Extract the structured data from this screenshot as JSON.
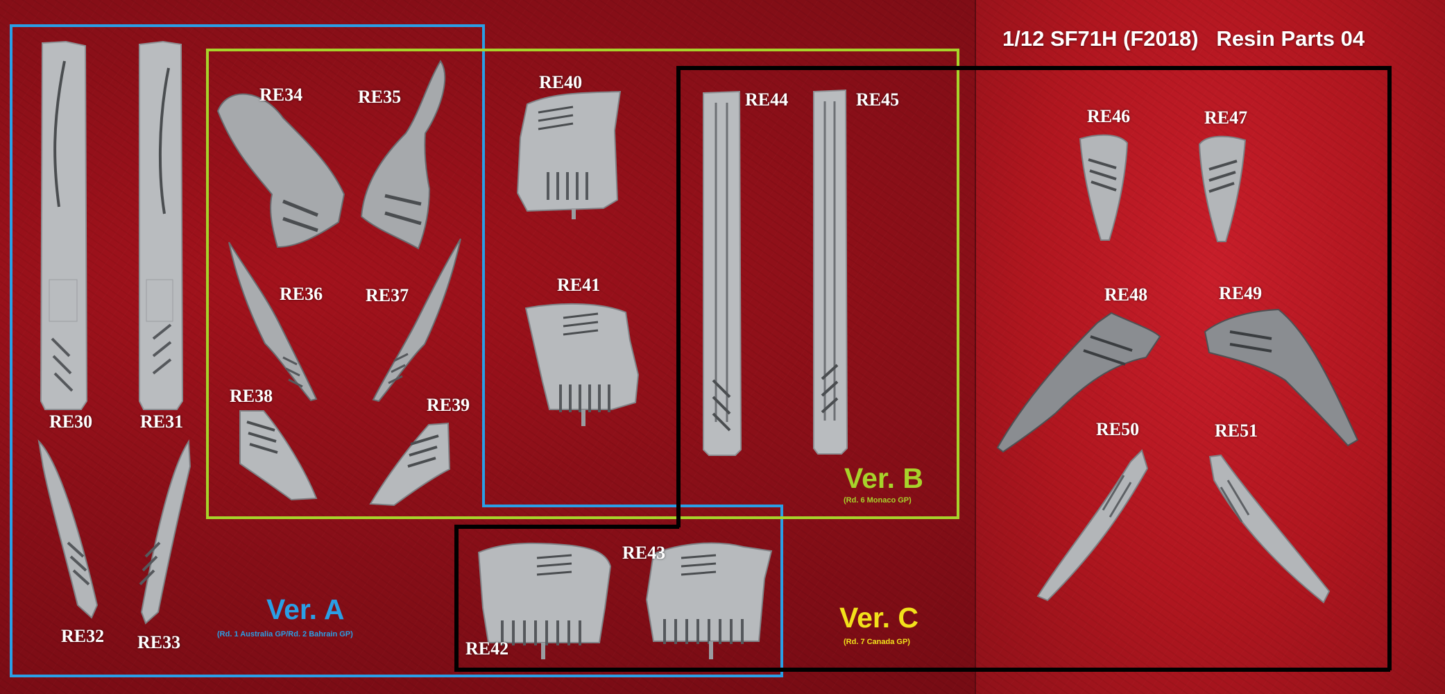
{
  "title": "1/12 SF71H (F2018)   Resin Parts 04",
  "colors": {
    "ver_a": "#2a9fe6",
    "ver_b": "#a7d32b",
    "ver_c": "#f2e11b",
    "part": "#b9bcbf",
    "part_dark": "#5e6165",
    "background": "#8a0f18"
  },
  "versions": {
    "a": {
      "label": "Ver. A",
      "detail": "(Rd. 1 Australia GP/Rd. 2 Bahrain GP)"
    },
    "b": {
      "label": "Ver. B",
      "detail": "(Rd. 6 Monaco GP)"
    },
    "c": {
      "label": "Ver. C",
      "detail": "(Rd. 7 Canada GP)"
    }
  },
  "parts": {
    "re30": "RE30",
    "re31": "RE31",
    "re32": "RE32",
    "re33": "RE33",
    "re34": "RE34",
    "re35": "RE35",
    "re36": "RE36",
    "re37": "RE37",
    "re38": "RE38",
    "re39": "RE39",
    "re40": "RE40",
    "re41": "RE41",
    "re42": "RE42",
    "re43": "RE43",
    "re44": "RE44",
    "re45": "RE45",
    "re46": "RE46",
    "re47": "RE47",
    "re48": "RE48",
    "re49": "RE49",
    "re50": "RE50",
    "re51": "RE51"
  }
}
